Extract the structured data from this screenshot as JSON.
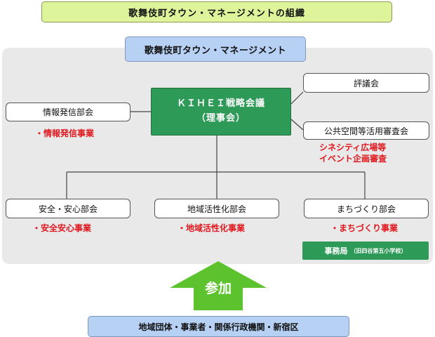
{
  "title": "歌舞伎町タウン・マネージメントの組織",
  "organization": "歌舞伎町タウン・マネージメント",
  "kihei": {
    "line1": "ＫＩＨＥＩ戦略会議",
    "line2": "（理事会）"
  },
  "hyogikai": "評議会",
  "koukyou": {
    "label": "公共空間等活用審査会",
    "note1": "シネシティ広場等",
    "note2": "イベント企画審査"
  },
  "jouhou": {
    "label": "情報発信部会",
    "activity": "・情報発信事業"
  },
  "anzen": {
    "label": "安全・安心部会",
    "activity": "・安全安心事業"
  },
  "chiiki": {
    "label": "地域活性化部会",
    "activity": "・地域活性化事業"
  },
  "machi": {
    "label": "まちづくり部会",
    "activity": "・まちづくり事業"
  },
  "jimukyoku": {
    "label": "事務局",
    "sub": "（旧四谷第五小学校）"
  },
  "arrow_label": "参加",
  "participants": "地域団体・事業者・関係行政機関・新宿区",
  "colors": {
    "title_bg": "#ddf49a",
    "org_bg": "#b7d1f4",
    "kihei_bg": "#2e9a58",
    "activity_text": "#e0181e",
    "arrow": "#5cc32e"
  }
}
